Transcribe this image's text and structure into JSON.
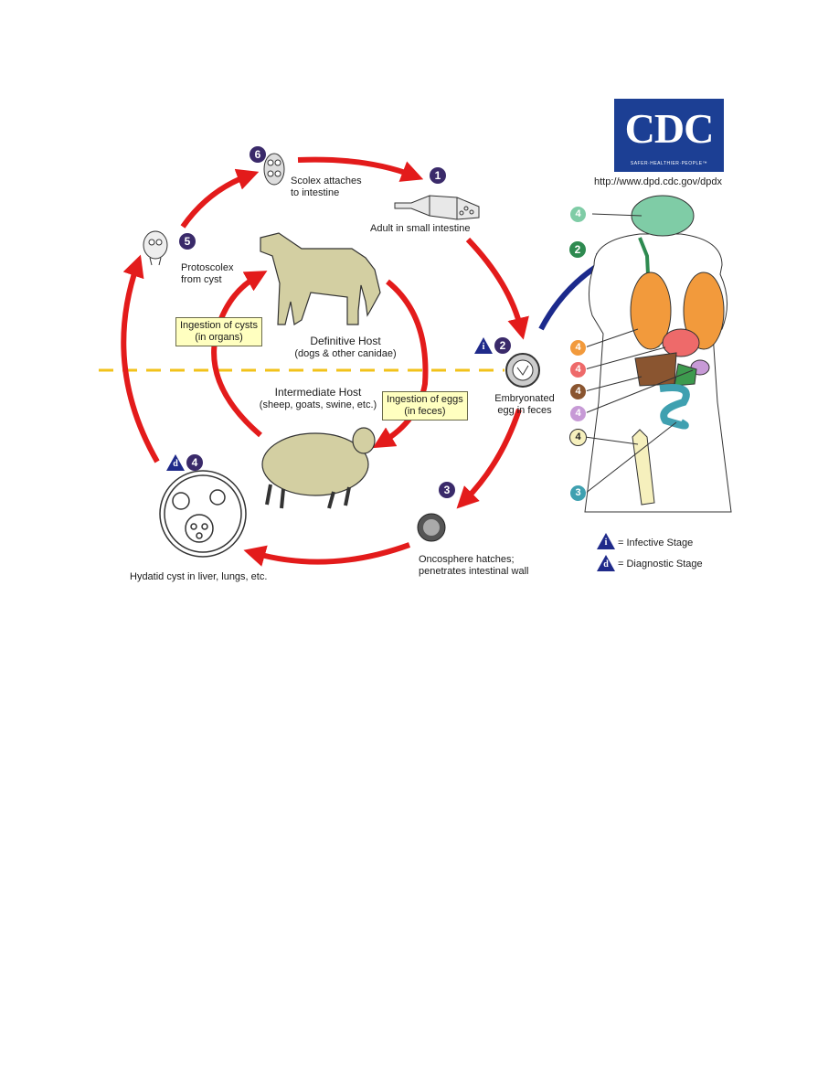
{
  "logo": {
    "text": "CDC",
    "tagline": "SAFER·HEALTHIER·PEOPLE™",
    "url": "http://www.dpd.cdc.gov/dpdx"
  },
  "stages": {
    "s1": {
      "number": "1",
      "label": "Adult in small intestine"
    },
    "s2": {
      "number": "2",
      "label_line1": "Embryonated",
      "label_line2": "egg in feces"
    },
    "s3": {
      "number": "3",
      "label_line1": "Oncosphere hatches;",
      "label_line2": "penetrates intestinal wall"
    },
    "s4": {
      "number": "4",
      "label": "Hydatid cyst in liver, lungs, etc."
    },
    "s5": {
      "number": "5",
      "label_line1": "Protoscolex",
      "label_line2": "from cyst"
    },
    "s6": {
      "number": "6",
      "label_line1": "Scolex attaches",
      "label_line2": "to intestine"
    }
  },
  "hosts": {
    "definitive": {
      "title": "Definitive Host",
      "subtitle": "(dogs & other canidae)"
    },
    "intermediate": {
      "title": "Intermediate Host",
      "subtitle": "(sheep, goats, swine, etc.)"
    }
  },
  "boxes": {
    "cysts": {
      "line1": "Ingestion of cysts",
      "line2": "(in organs)"
    },
    "eggs": {
      "line1": "Ingestion of eggs",
      "line2": "(in feces)"
    }
  },
  "human": {
    "stage_arrow": "2",
    "entry_stage": "3",
    "organ_stage": "4"
  },
  "legend": {
    "infective": {
      "symbol": "i",
      "text": "= Infective Stage"
    },
    "diagnostic": {
      "symbol": "d",
      "text": "= Diagnostic Stage"
    }
  },
  "colors": {
    "cycle_arrow": "#e31b1b",
    "human_arrow": "#1c2a8c",
    "boundary": "#f2c21a",
    "box_fill": "#ffffc0",
    "badge": "#3a2a6a",
    "brain": "#7fcca6",
    "lung": "#f29a3c",
    "heart": "#ee6a6a",
    "liver": "#8a5530",
    "spleen": "#c79ad6",
    "intestine": "#3fa0b0",
    "bone": "#f6f0bd",
    "esophagus": "#2e8a50"
  }
}
